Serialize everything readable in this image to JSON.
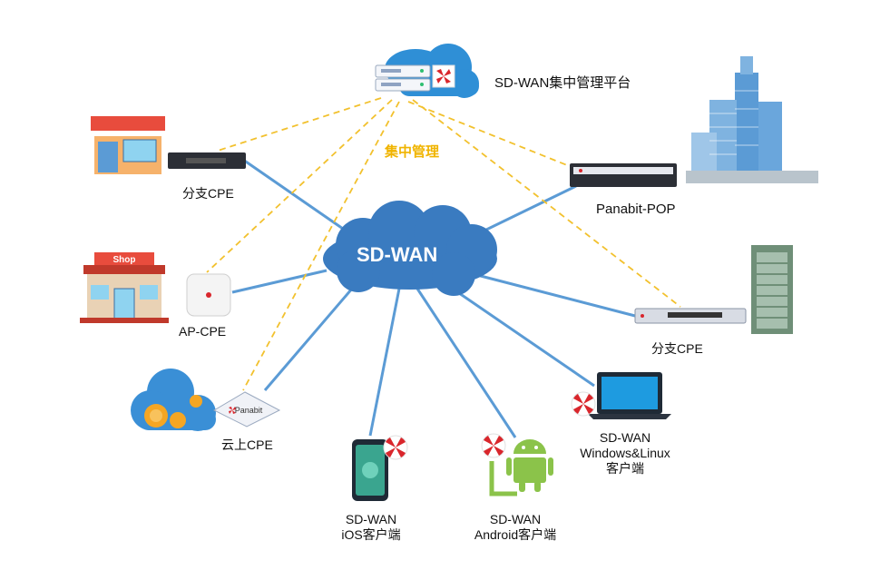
{
  "center": {
    "label": "SD-WAN"
  },
  "management": {
    "platform_label": "SD-WAN集中管理平台",
    "link_label": "集中管理"
  },
  "nodes": {
    "branch_cpe_left": {
      "label": "分支CPE"
    },
    "ap_cpe": {
      "label": "AP-CPE"
    },
    "cloud_cpe": {
      "label": "云上CPE",
      "device_brand": "Panabit"
    },
    "ios_client": {
      "line1": "SD-WAN",
      "line2": "iOS客户端"
    },
    "android_client": {
      "line1": "SD-WAN",
      "line2": "Android客户端"
    },
    "desktop_client": {
      "line1": "SD-WAN",
      "line2": "Windows&Linux",
      "line3": "客户端"
    },
    "branch_cpe_right": {
      "label": "分支CPE"
    },
    "pop": {
      "label": "Panabit-POP"
    }
  },
  "shop_sign": "Shop",
  "colors": {
    "link": "#5b9bd5",
    "mgmt_link": "#f2c12e",
    "cloud": "#3a7bc0",
    "brand_red": "#d9262c"
  }
}
